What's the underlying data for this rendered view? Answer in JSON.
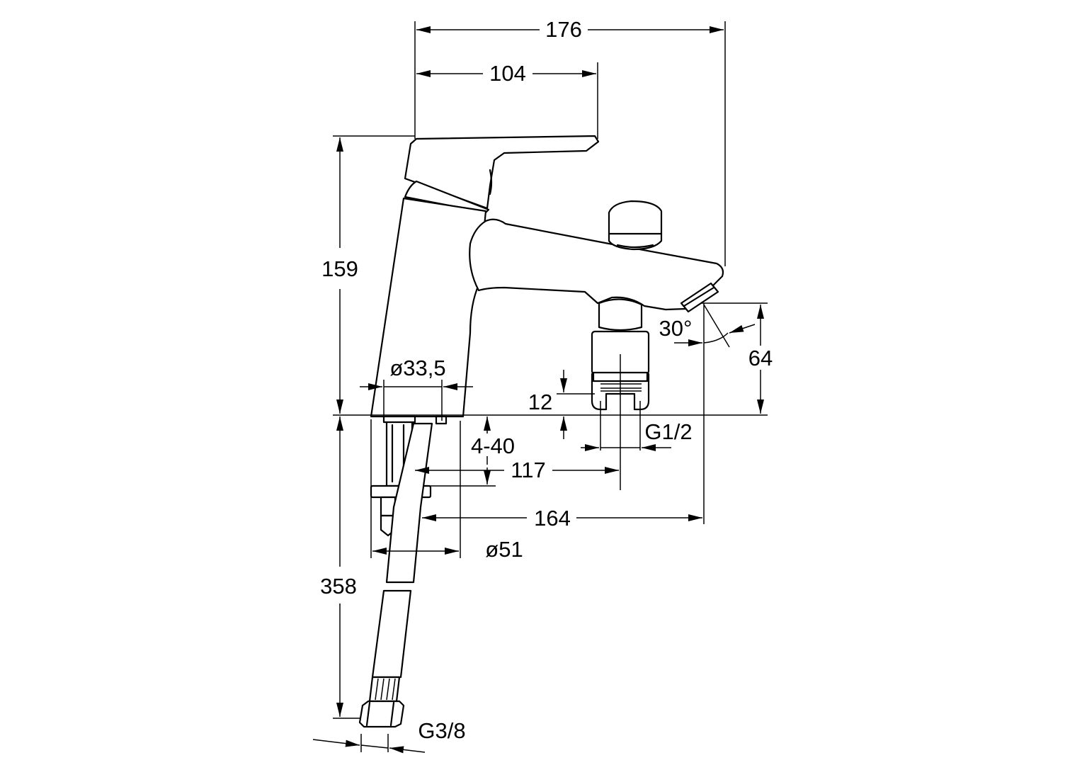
{
  "colors": {
    "line": "#000000",
    "background": "#ffffff"
  },
  "dimensions": {
    "overall_width": "176",
    "handle_reach": "104",
    "total_height": "159",
    "hose_length": "358",
    "body_diameter": "ø33,5",
    "diverter_height": "12",
    "deck_thickness": "4-40",
    "outlet_distance": "117",
    "spout_reach": "164",
    "base_diameter": "ø51",
    "spout_angle": "30°",
    "outlet_height": "64",
    "outlet_thread": "G1/2",
    "hose_thread": "G3/8"
  }
}
